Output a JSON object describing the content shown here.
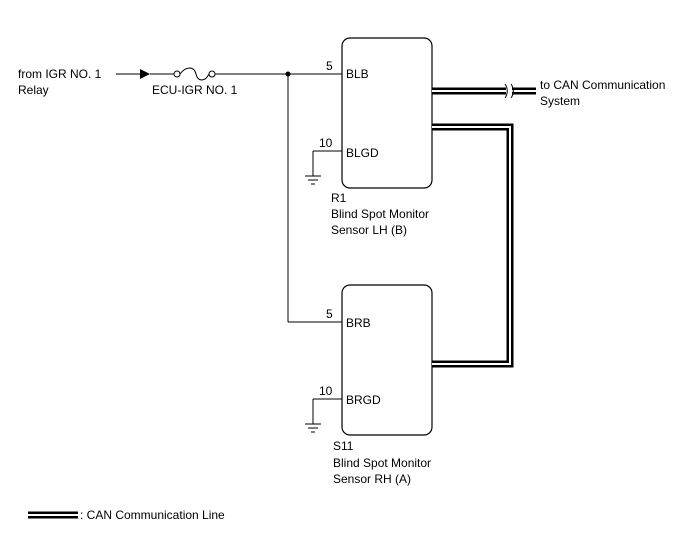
{
  "source": {
    "line1": "from IGR NO. 1",
    "line2": "Relay"
  },
  "fuse": {
    "label": "ECU-IGR NO. 1"
  },
  "destination": {
    "line1": "to CAN Communication",
    "line2": "System"
  },
  "lh_sensor": {
    "code": "R1",
    "name_line1": "Blind Spot Monitor",
    "name_line2": "Sensor LH (B)",
    "pins": [
      {
        "num": "5",
        "name": "BLB"
      },
      {
        "num": "10",
        "name": "BLGD"
      }
    ]
  },
  "rh_sensor": {
    "code": "S11",
    "name_line1": "Blind Spot Monitor",
    "name_line2": "Sensor RH (A)",
    "pins": [
      {
        "num": "5",
        "name": "BRB"
      },
      {
        "num": "10",
        "name": "BRGD"
      }
    ]
  },
  "legend": {
    "label": ": CAN Communication Line"
  },
  "colors": {
    "line": "#000000",
    "background": "#ffffff"
  }
}
